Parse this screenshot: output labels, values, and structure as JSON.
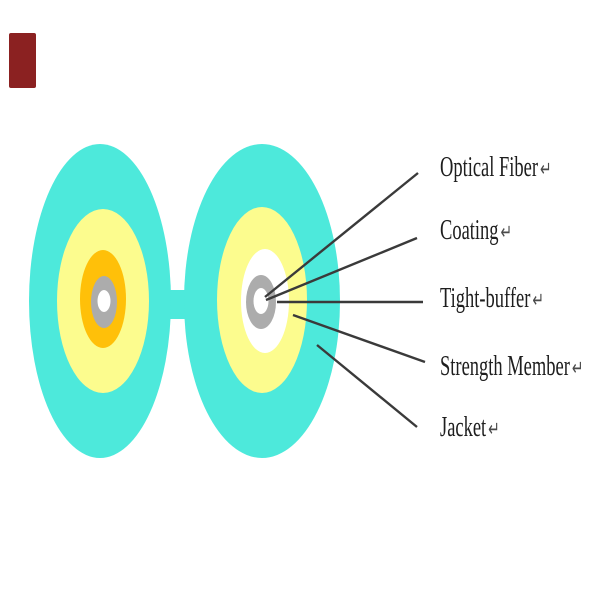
{
  "diagram": {
    "labels": [
      {
        "text": "Optical Fiber",
        "mark": "↵"
      },
      {
        "text": "Coating",
        "mark": "↵"
      },
      {
        "text": "Tight-buffer",
        "mark": "↵"
      },
      {
        "text": "Strength Member",
        "mark": "↵"
      },
      {
        "text": "Jacket",
        "mark": "↵"
      }
    ],
    "colors": {
      "jacket": "#4DE9DB",
      "strength_member": "#FCFC8E",
      "tight_buffer_left": "#FFC009",
      "tight_buffer_right": "#FFFFFF",
      "coating": "#ACACAC",
      "optical_fiber": "#FFFFFF",
      "callout_line": "#3A3A3A",
      "label_text": "#1E1E1E",
      "return_mark": "#4A4A4A",
      "corner_mark": "#8B2121",
      "background": "#FFFFFF"
    }
  }
}
